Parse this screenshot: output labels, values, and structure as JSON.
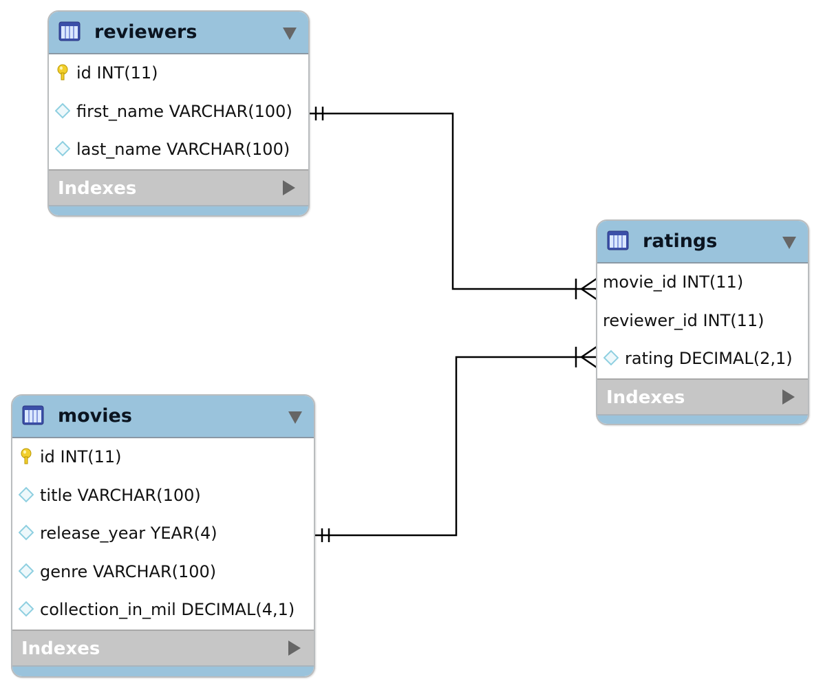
{
  "diagram": {
    "tables": {
      "reviewers": {
        "name": "reviewers",
        "columns": [
          {
            "text": "id INT(11)",
            "icon": "primary-key-icon"
          },
          {
            "text": "first_name VARCHAR(100)",
            "icon": "column-diamond-icon"
          },
          {
            "text": "last_name VARCHAR(100)",
            "icon": "column-diamond-icon"
          }
        ],
        "indexes_label": "Indexes"
      },
      "ratings": {
        "name": "ratings",
        "columns": [
          {
            "text": "movie_id INT(11)",
            "icon": ""
          },
          {
            "text": "reviewer_id INT(11)",
            "icon": ""
          },
          {
            "text": "rating DECIMAL(2,1)",
            "icon": "column-diamond-icon"
          }
        ],
        "indexes_label": "Indexes"
      },
      "movies": {
        "name": "movies",
        "columns": [
          {
            "text": "id INT(11)",
            "icon": "primary-key-icon"
          },
          {
            "text": "title VARCHAR(100)",
            "icon": "column-diamond-icon"
          },
          {
            "text": "release_year YEAR(4)",
            "icon": "column-diamond-icon"
          },
          {
            "text": "genre VARCHAR(100)",
            "icon": "column-diamond-icon"
          },
          {
            "text": "collection_in_mil DECIMAL(4,1)",
            "icon": "column-diamond-icon"
          }
        ],
        "indexes_label": "Indexes"
      }
    },
    "relationships": [
      {
        "from": "reviewers",
        "to": "ratings",
        "from_cardinality": "one-and-only-one",
        "to_cardinality": "one-or-many"
      },
      {
        "from": "movies",
        "to": "ratings",
        "from_cardinality": "one-and-only-one",
        "to_cardinality": "one-or-many"
      }
    ],
    "colors": {
      "header": "#9ac3dc",
      "indexes_bar": "#c6c6c6",
      "key_icon": "#f2cf2c",
      "diamond_icon": "#8ecfe0",
      "line": "#000000"
    }
  }
}
